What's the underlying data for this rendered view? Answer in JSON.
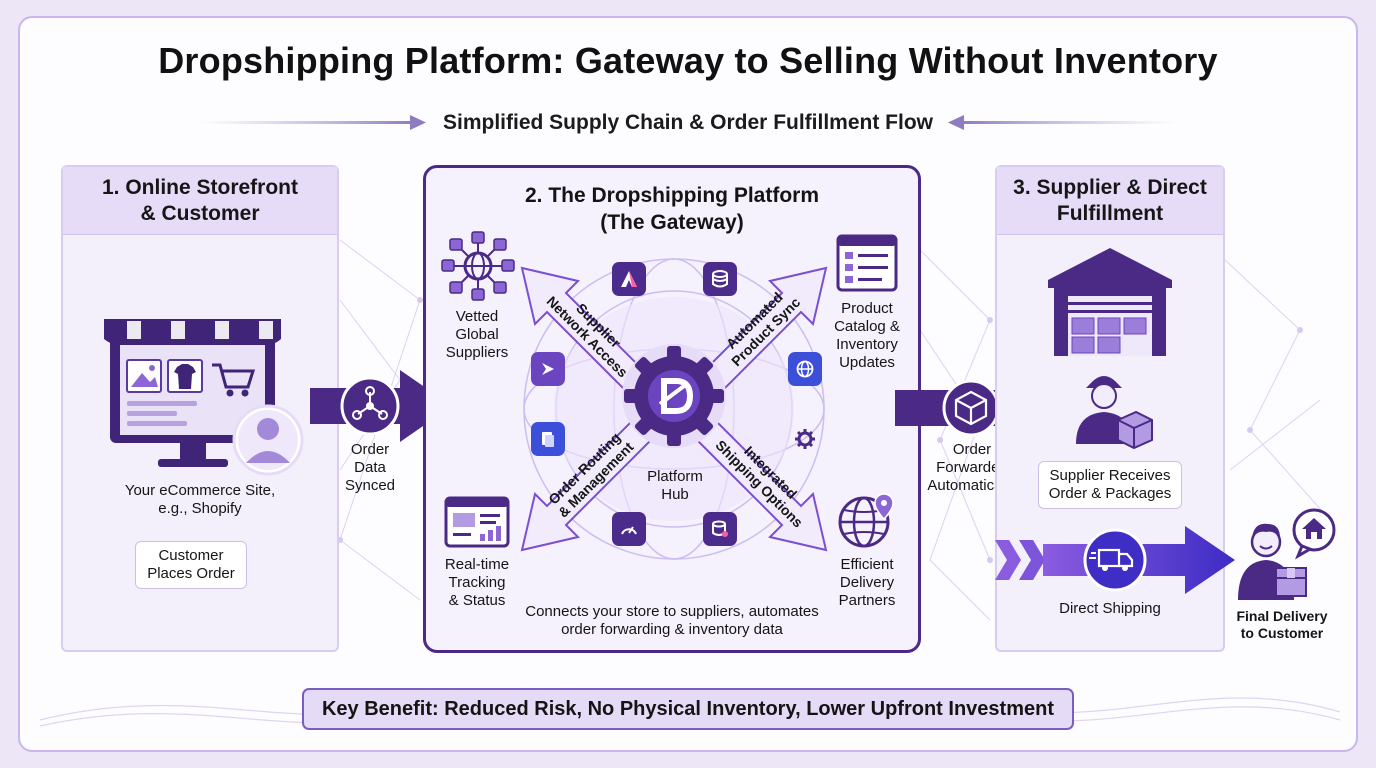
{
  "title": "Dropshipping Platform: Gateway to Selling Without Inventory",
  "subtitle": "Simplified Supply Chain & Order Fulfillment Flow",
  "panel_left": {
    "heading": "1. Online Storefront\n& Customer",
    "site_label": "Your eCommerce Site,\ne.g., Shopify",
    "order_box": "Customer\nPlaces Order"
  },
  "connector_left": "Order\nData\nSynced",
  "panel_center": {
    "heading": "2. The Dropshipping Platform\n(The Gateway)",
    "hub_label": "Platform\nHub",
    "suppliers": "Vetted\nGlobal\nSuppliers",
    "catalog": "Product\nCatalog &\nInventory\nUpdates",
    "tracking": "Real-time\nTracking\n& Status",
    "delivery": "Efficient\nDelivery\nPartners",
    "arrow_tl": "Supplier\nNetwork Access",
    "arrow_tr": "Automated\nProduct Sync",
    "arrow_bl": "Order Routing\n& Management",
    "arrow_br": "Integrated\nShipping Options",
    "caption": "Connects your store to suppliers, automates\norder forwarding & inventory data"
  },
  "connector_right": "Order\nForwarded\nAutomatically",
  "panel_right": {
    "heading": "3. Supplier & Direct\nFulfillment",
    "supplier_box": "Supplier Receives\nOrder & Packages",
    "shipping_label": "Direct Shipping"
  },
  "final_delivery": "Final Delivery\nto Customer",
  "benefit": "Key Benefit: Reduced Risk, No Physical Inventory, Lower Upfront Investment",
  "colors": {
    "primary": "#4a2a85",
    "accent": "#7b4fd1",
    "light": "#e6dcf7",
    "arrow_fill": "#f1ebfc"
  }
}
